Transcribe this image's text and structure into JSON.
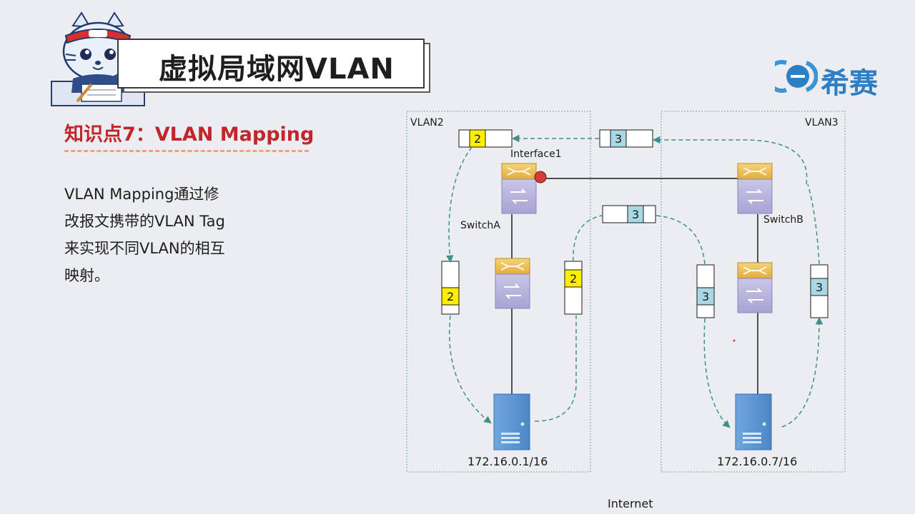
{
  "header": {
    "title": "虚拟局域网VLAN",
    "logo_text": "希赛"
  },
  "section": {
    "subtitle": "知识点7：VLAN Mapping",
    "description_lines": [
      "VLAN Mapping通过修",
      "改报文携带的VLAN Tag",
      "来实现不同VLAN的相互",
      "映射。"
    ]
  },
  "diagram": {
    "left_zone_label": "VLAN2",
    "right_zone_label": "VLAN3",
    "interface_label": "Interface1",
    "switch_a_label": "SwitchA",
    "switch_b_label": "SwitchB",
    "host_left_ip": "172.16.0.1/16",
    "host_right_ip": "172.16.0.7/16",
    "bottom_label": "Internet",
    "tag_left_top": "2",
    "tag_middle_top": "3",
    "tag_middle_lower": "3",
    "tag_left_side": "2",
    "tag_left_mid": "2",
    "tag_right_mid": "3",
    "tag_right_side": "3",
    "colors": {
      "vlan2_tag": "#ffee00",
      "vlan3_tag": "#a9d7e4",
      "arrow": "#3f8f8a",
      "port_dot": "#d9383a"
    }
  }
}
